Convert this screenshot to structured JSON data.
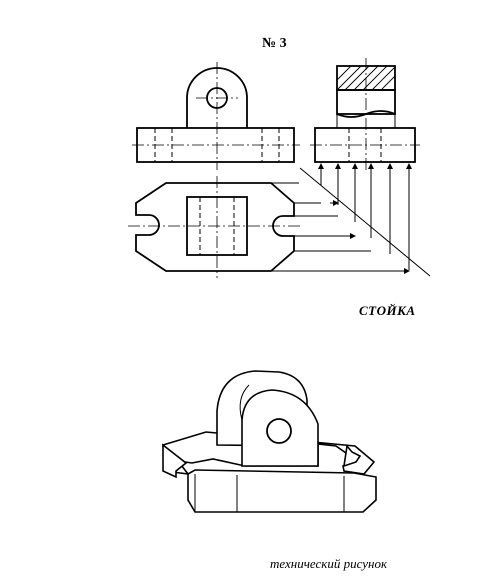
{
  "header": {
    "task_number": "№ 3"
  },
  "drawing": {
    "part_name": "СТОЙКА"
  },
  "sketch": {
    "caption": "технический рисунок"
  }
}
